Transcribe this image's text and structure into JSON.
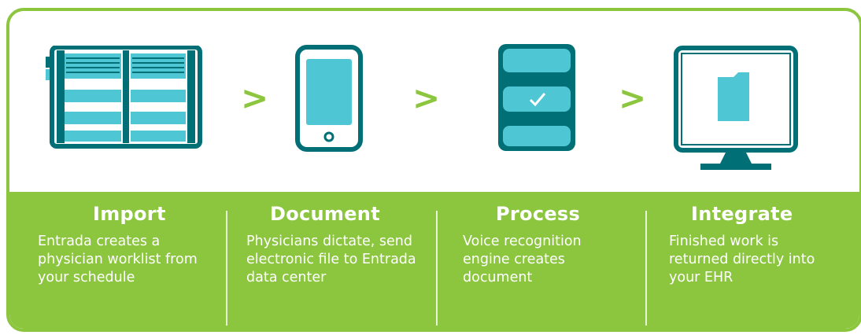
{
  "colors": {
    "teal_dark": "#006f76",
    "teal_light": "#4ec6d4",
    "green": "#8cc63f",
    "white": "#ffffff"
  },
  "icons": [
    "worklist-book-icon",
    "smartphone-icon",
    "database-check-icon",
    "monitor-folder-icon"
  ],
  "arrow_glyph": ">",
  "steps": [
    {
      "title": "Import",
      "description": "Entrada creates a physician worklist from your schedule"
    },
    {
      "title": "Document",
      "description": "Physicians dictate, send electronic file to Entrada data center"
    },
    {
      "title": "Process",
      "description": "Voice recognition engine creates document"
    },
    {
      "title": "Integrate",
      "description": "Finished work is returned directly into your EHR"
    }
  ]
}
